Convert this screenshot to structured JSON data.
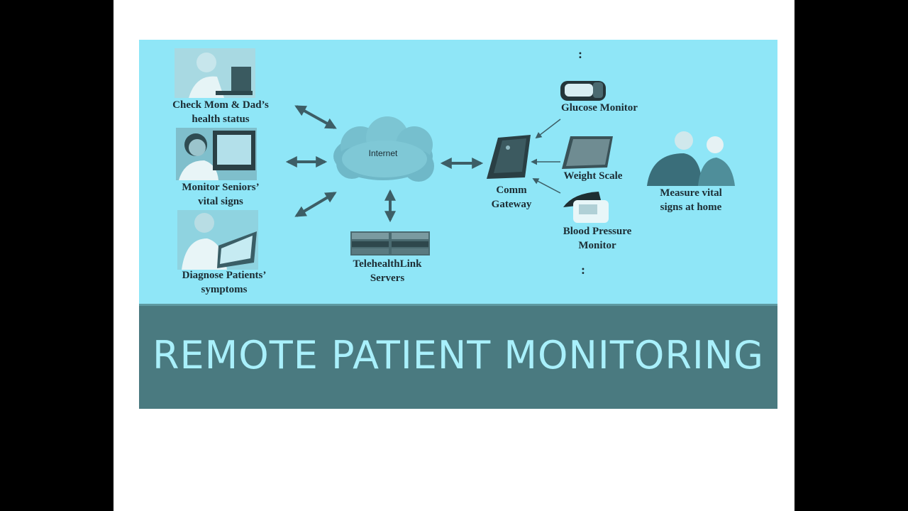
{
  "diagram": {
    "labels": {
      "check_parents": "Check Mom & Dad’s\nhealth status",
      "monitor_seniors": "Monitor Seniors’\nvital signs",
      "diagnose": "Diagnose Patients’\nsymptoms",
      "internet": "Internet",
      "servers": "TelehealthLink\nServers",
      "gateway": "Comm\nGateway",
      "glucose": "Glucose Monitor",
      "weight": "Weight Scale",
      "blood_pressure": "Blood Pressure\nMonitor",
      "measure": "Measure vital\nsigns at home",
      "ellipsis_top": ":",
      "ellipsis_bottom": ":"
    }
  },
  "banner": {
    "title": "REMOTE PATIENT MONITORING"
  },
  "colors": {
    "diagram_bg": "#8fe6f7",
    "banner_bg": "#4a7a80",
    "banner_text": "#a9f0fb"
  }
}
